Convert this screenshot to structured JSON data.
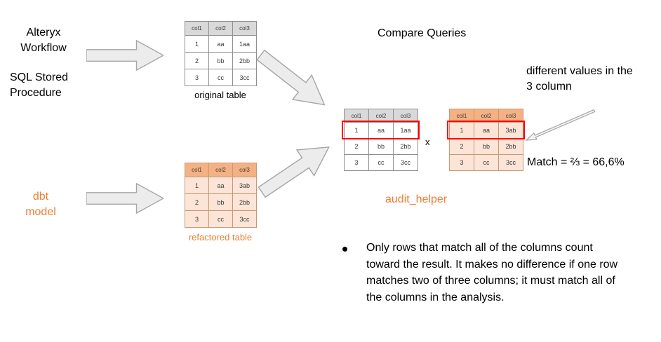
{
  "colors": {
    "orange_text": "#ED7D31",
    "gray_header_bg": "#D9D9D9",
    "orange_header_bg": "#F4B183",
    "orange_cell_bg": "#FCE4D6",
    "highlight_border": "#FF0000",
    "arrow_fill": "#ECECEC",
    "arrow_stroke": "#A6A6A6"
  },
  "title": "Compare Queries",
  "sources": {
    "alteryx": "Alteryx\nWorkflow",
    "sql": "SQL Stored\nProcedure",
    "dbt": "dbt\nmodel"
  },
  "tables": {
    "original": {
      "label": "original table",
      "headers": [
        "col1",
        "col2",
        "col3"
      ],
      "rows": [
        [
          "1",
          "aa",
          "1aa"
        ],
        [
          "2",
          "bb",
          "2bb"
        ],
        [
          "3",
          "cc",
          "3cc"
        ]
      ]
    },
    "refactored": {
      "label": "refactored table",
      "headers": [
        "col1",
        "col2",
        "col3"
      ],
      "rows": [
        [
          "1",
          "aa",
          "3ab"
        ],
        [
          "2",
          "bb",
          "2bb"
        ],
        [
          "3",
          "cc",
          "3cc"
        ]
      ]
    },
    "compare_left": {
      "headers": [
        "col1",
        "col2",
        "col3"
      ],
      "rows": [
        [
          "1",
          "aa",
          "1aa"
        ],
        [
          "2",
          "bb",
          "2bb"
        ],
        [
          "3",
          "cc",
          "3cc"
        ]
      ]
    },
    "compare_right": {
      "headers": [
        "col1",
        "col2",
        "col3"
      ],
      "rows": [
        [
          "1",
          "aa",
          "3ab"
        ],
        [
          "2",
          "bb",
          "2bb"
        ],
        [
          "3",
          "cc",
          "3cc"
        ]
      ]
    }
  },
  "annotations": {
    "different_values": "different values in the\n3 column",
    "multiply_sign": "x",
    "match_result": "Match = ⅔ = 66,6%",
    "audit_helper": "audit_helper"
  },
  "bullet_text": "Only rows that match all of the columns count toward the result. It makes no difference if one row matches two of three columns; it must match all of the columns in the analysis."
}
